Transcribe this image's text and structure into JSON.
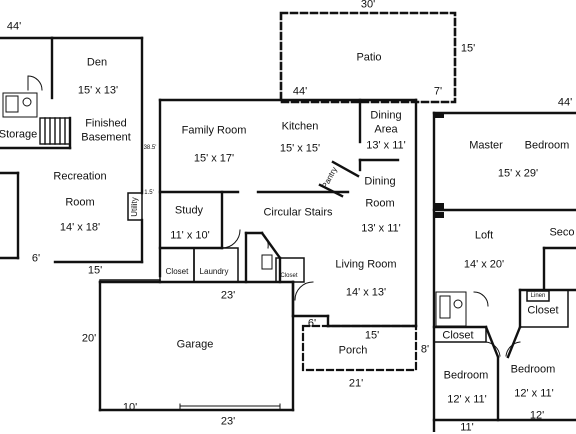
{
  "dimensions": {
    "top_left_44": "44'",
    "patio_top_30": "30'",
    "patio_right_15": "15'",
    "patio_left_44": "44'",
    "patio_right_7": "7'",
    "right_top_44": "44'",
    "basement_side_38": "38.5'",
    "basement_side_15": "1.5'",
    "basement_bottom_6": "6'",
    "basement_bottom_15": "15'",
    "garage_top_23": "23'",
    "garage_left_20": "20'",
    "garage_bottom_10": "10'",
    "garage_bottom_23": "23'",
    "living_bottom_6": "6'",
    "living_bottom_15": "15'",
    "porch_right_8": "8'",
    "porch_bottom_21": "21'",
    "bedroom_bottom_11": "11'",
    "bedroom2_bottom_12": "12'"
  },
  "rooms": {
    "den": {
      "name": "Den",
      "size": "15' x 13'"
    },
    "storage": {
      "name": "Storage"
    },
    "finished_basement": {
      "line1": "Finished",
      "line2": "Basement"
    },
    "recreation": {
      "line1": "Recreation",
      "line2": "Room",
      "size": "14' x 18'"
    },
    "utility": {
      "name": "Utility"
    },
    "patio": {
      "name": "Patio"
    },
    "family": {
      "name": "Family Room",
      "size": "15' x 17'"
    },
    "kitchen": {
      "name": "Kitchen",
      "size": "15' x 15'"
    },
    "dining_area": {
      "line1": "Dining",
      "line2": "Area",
      "size": "13' x 11'"
    },
    "pantry": {
      "name": "Pantry"
    },
    "dining_room": {
      "line1": "Dining",
      "line2": "Room",
      "size": "13' x 11'"
    },
    "study": {
      "name": "Study",
      "size": "11' x 10'"
    },
    "circular_stairs": {
      "name": "Circular Stairs"
    },
    "living": {
      "name": "Living Room",
      "size": "14' x 13'"
    },
    "closet1": {
      "name": "Closet"
    },
    "laundry": {
      "name": "Laundry"
    },
    "closet2": {
      "name": "Closet"
    },
    "garage": {
      "name": "Garage"
    },
    "porch": {
      "name": "Porch"
    },
    "master": {
      "name": "Master",
      "name2": "Bedroom",
      "size": "15' x 29'"
    },
    "loft": {
      "name": "Loft",
      "size": "14' x 20'"
    },
    "second": {
      "name": "Seco"
    },
    "linen": {
      "name": "Linen"
    },
    "closet3": {
      "name": "Closet"
    },
    "closet4": {
      "name": "Closet"
    },
    "bedroom1": {
      "name": "Bedroom",
      "size": "12' x 11'"
    },
    "bedroom2": {
      "name": "Bedroom",
      "size": "12' x 11'"
    }
  }
}
